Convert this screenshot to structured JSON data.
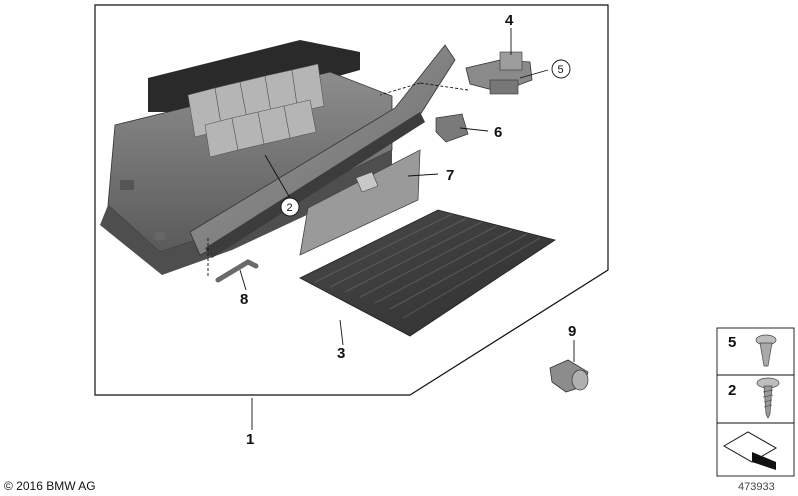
{
  "diagram": {
    "callouts": {
      "c1": "1",
      "c2": "2",
      "c3": "3",
      "c4": "4",
      "c5": "5",
      "c6": "6",
      "c7": "7",
      "c8": "8",
      "c9": "9"
    },
    "legend": {
      "item_a": "5",
      "item_b": "2"
    },
    "copyright": "© 2016 BMW AG",
    "image_number": "473933"
  }
}
